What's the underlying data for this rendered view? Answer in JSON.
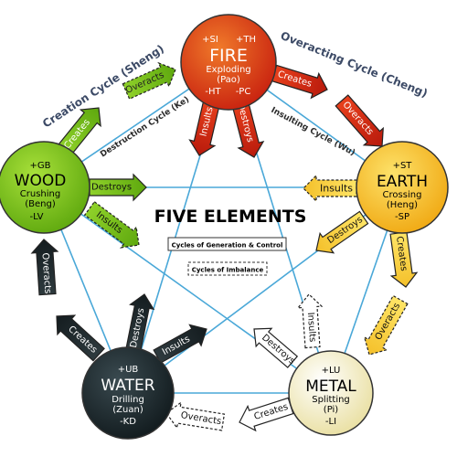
{
  "title": "FIVE ELEMENTS",
  "legend": {
    "solid": "Cycles of Generation & Control",
    "dashed": "Cycles of Imbalance"
  },
  "cycles": {
    "creation": "Creation Cycle (Sheng)",
    "overacting": "Overacting Cycle (Cheng)",
    "destruction": "Destruction Cycle (Ke)",
    "insulting": "Insulting Cycle (Wu)"
  },
  "elements": {
    "fire": {
      "top_left": "+SI",
      "top_right": "+TH",
      "name": "FIRE",
      "action": "Exploding",
      "pinyin": "(Pao)",
      "bottom_left": "-HT",
      "bottom_right": "-PC",
      "color": "#d63a1c"
    },
    "earth": {
      "top": "+ST",
      "name": "EARTH",
      "action": "Crossing",
      "pinyin": "(Heng)",
      "bottom": "-SP",
      "color": "#f5b818"
    },
    "metal": {
      "top": "+LU",
      "name": "METAL",
      "action": "Splitting",
      "pinyin": "(Pi)",
      "bottom": "-LI",
      "color": "#f3eec8"
    },
    "water": {
      "top": "+UB",
      "name": "WATER",
      "action": "Drilling",
      "pinyin": "(Zuan)",
      "bottom": "-KD",
      "color": "#1e2a2e"
    },
    "wood": {
      "top": "+GB",
      "name": "WOOD",
      "action": "Crushing",
      "pinyin": "(Beng)",
      "bottom": "-LV",
      "color": "#7cc21c"
    }
  },
  "arrows": {
    "wood_creates": "Creates",
    "wood_overacts": "Overacts",
    "fire_creates": "Creates",
    "fire_overacts": "Overacts",
    "fire_insults": "Insults",
    "fire_destroys": "Destroys",
    "earth_insults": "Insults",
    "earth_destroys": "Destroys",
    "earth_creates": "Creates",
    "earth_overacts": "Overacts",
    "metal_insults": "Insults",
    "metal_destroys": "Destroys",
    "metal_creates": "Creates",
    "metal_overacts": "Overacts",
    "water_destroys": "Destroys",
    "water_insults": "Insults",
    "water_creates": "Creates",
    "water_overacts": "Overacts",
    "wood_destroys": "Destroys",
    "wood_insults": "Insults"
  }
}
